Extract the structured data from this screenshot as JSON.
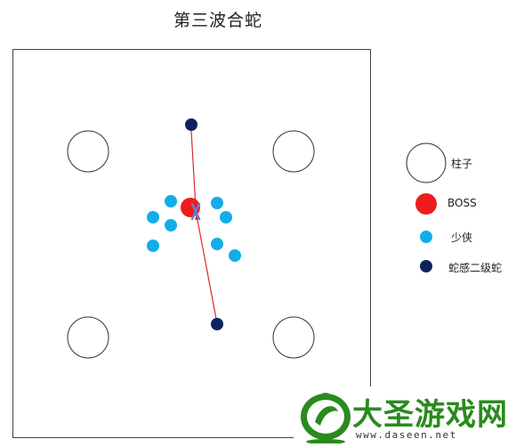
{
  "title": "第三波合蛇",
  "colors": {
    "boss": "#ee1c1c",
    "ally": "#12aee8",
    "snake": "#0f2260",
    "pillar_stroke": "#333333",
    "arrow": "#d62b2b",
    "cross": "#6a7bd0",
    "brand": "#2a8a1e"
  },
  "legend": [
    {
      "key": "pillar",
      "label": "柱子"
    },
    {
      "key": "boss",
      "label": "BOSS"
    },
    {
      "key": "ally",
      "label": "少侠"
    },
    {
      "key": "snake",
      "label": "蛇感二级蛇"
    }
  ],
  "watermark": {
    "brand": "大圣游戏网",
    "url": "www.daseen.net"
  }
}
